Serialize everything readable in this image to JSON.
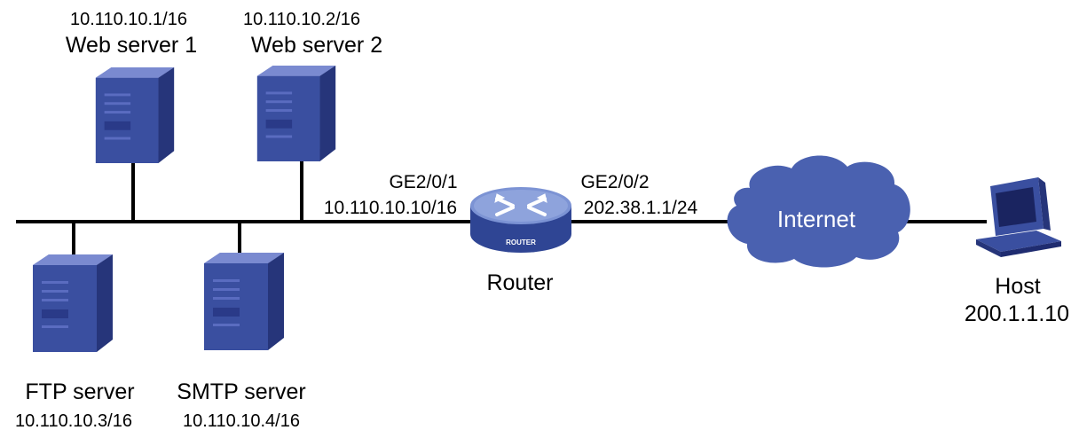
{
  "colors": {
    "line": "#000000",
    "server_front": "#3a4fa0",
    "server_side": "#26357a",
    "server_top": "#6b7cc8",
    "router_body": "#3d58a8",
    "router_top": "#7c93d4",
    "cloud_fill": "#4a61b0",
    "cloud_text": "#ffffff"
  },
  "nodes": {
    "web_server_1": {
      "name": "Web server 1",
      "ip": "10.110.10.1/16",
      "icon": "server-icon"
    },
    "web_server_2": {
      "name": "Web server 2",
      "ip": "10.110.10.2/16",
      "icon": "server-icon"
    },
    "ftp_server": {
      "name": "FTP server",
      "ip": "10.110.10.3/16",
      "icon": "server-icon"
    },
    "smtp_server": {
      "name": "SMTP server",
      "ip": "10.110.10.4/16",
      "icon": "server-icon"
    },
    "router": {
      "name": "Router",
      "badge": "ROUTER",
      "icon": "router-icon",
      "port1": {
        "name": "GE2/0/1",
        "ip": "10.110.10.10/16"
      },
      "port2": {
        "name": "GE2/0/2",
        "ip": "202.38.1.1/24"
      }
    },
    "internet": {
      "name": "Internet",
      "icon": "cloud-icon"
    },
    "host": {
      "name": "Host",
      "ip": "200.1.1.10",
      "icon": "pc-icon"
    }
  }
}
